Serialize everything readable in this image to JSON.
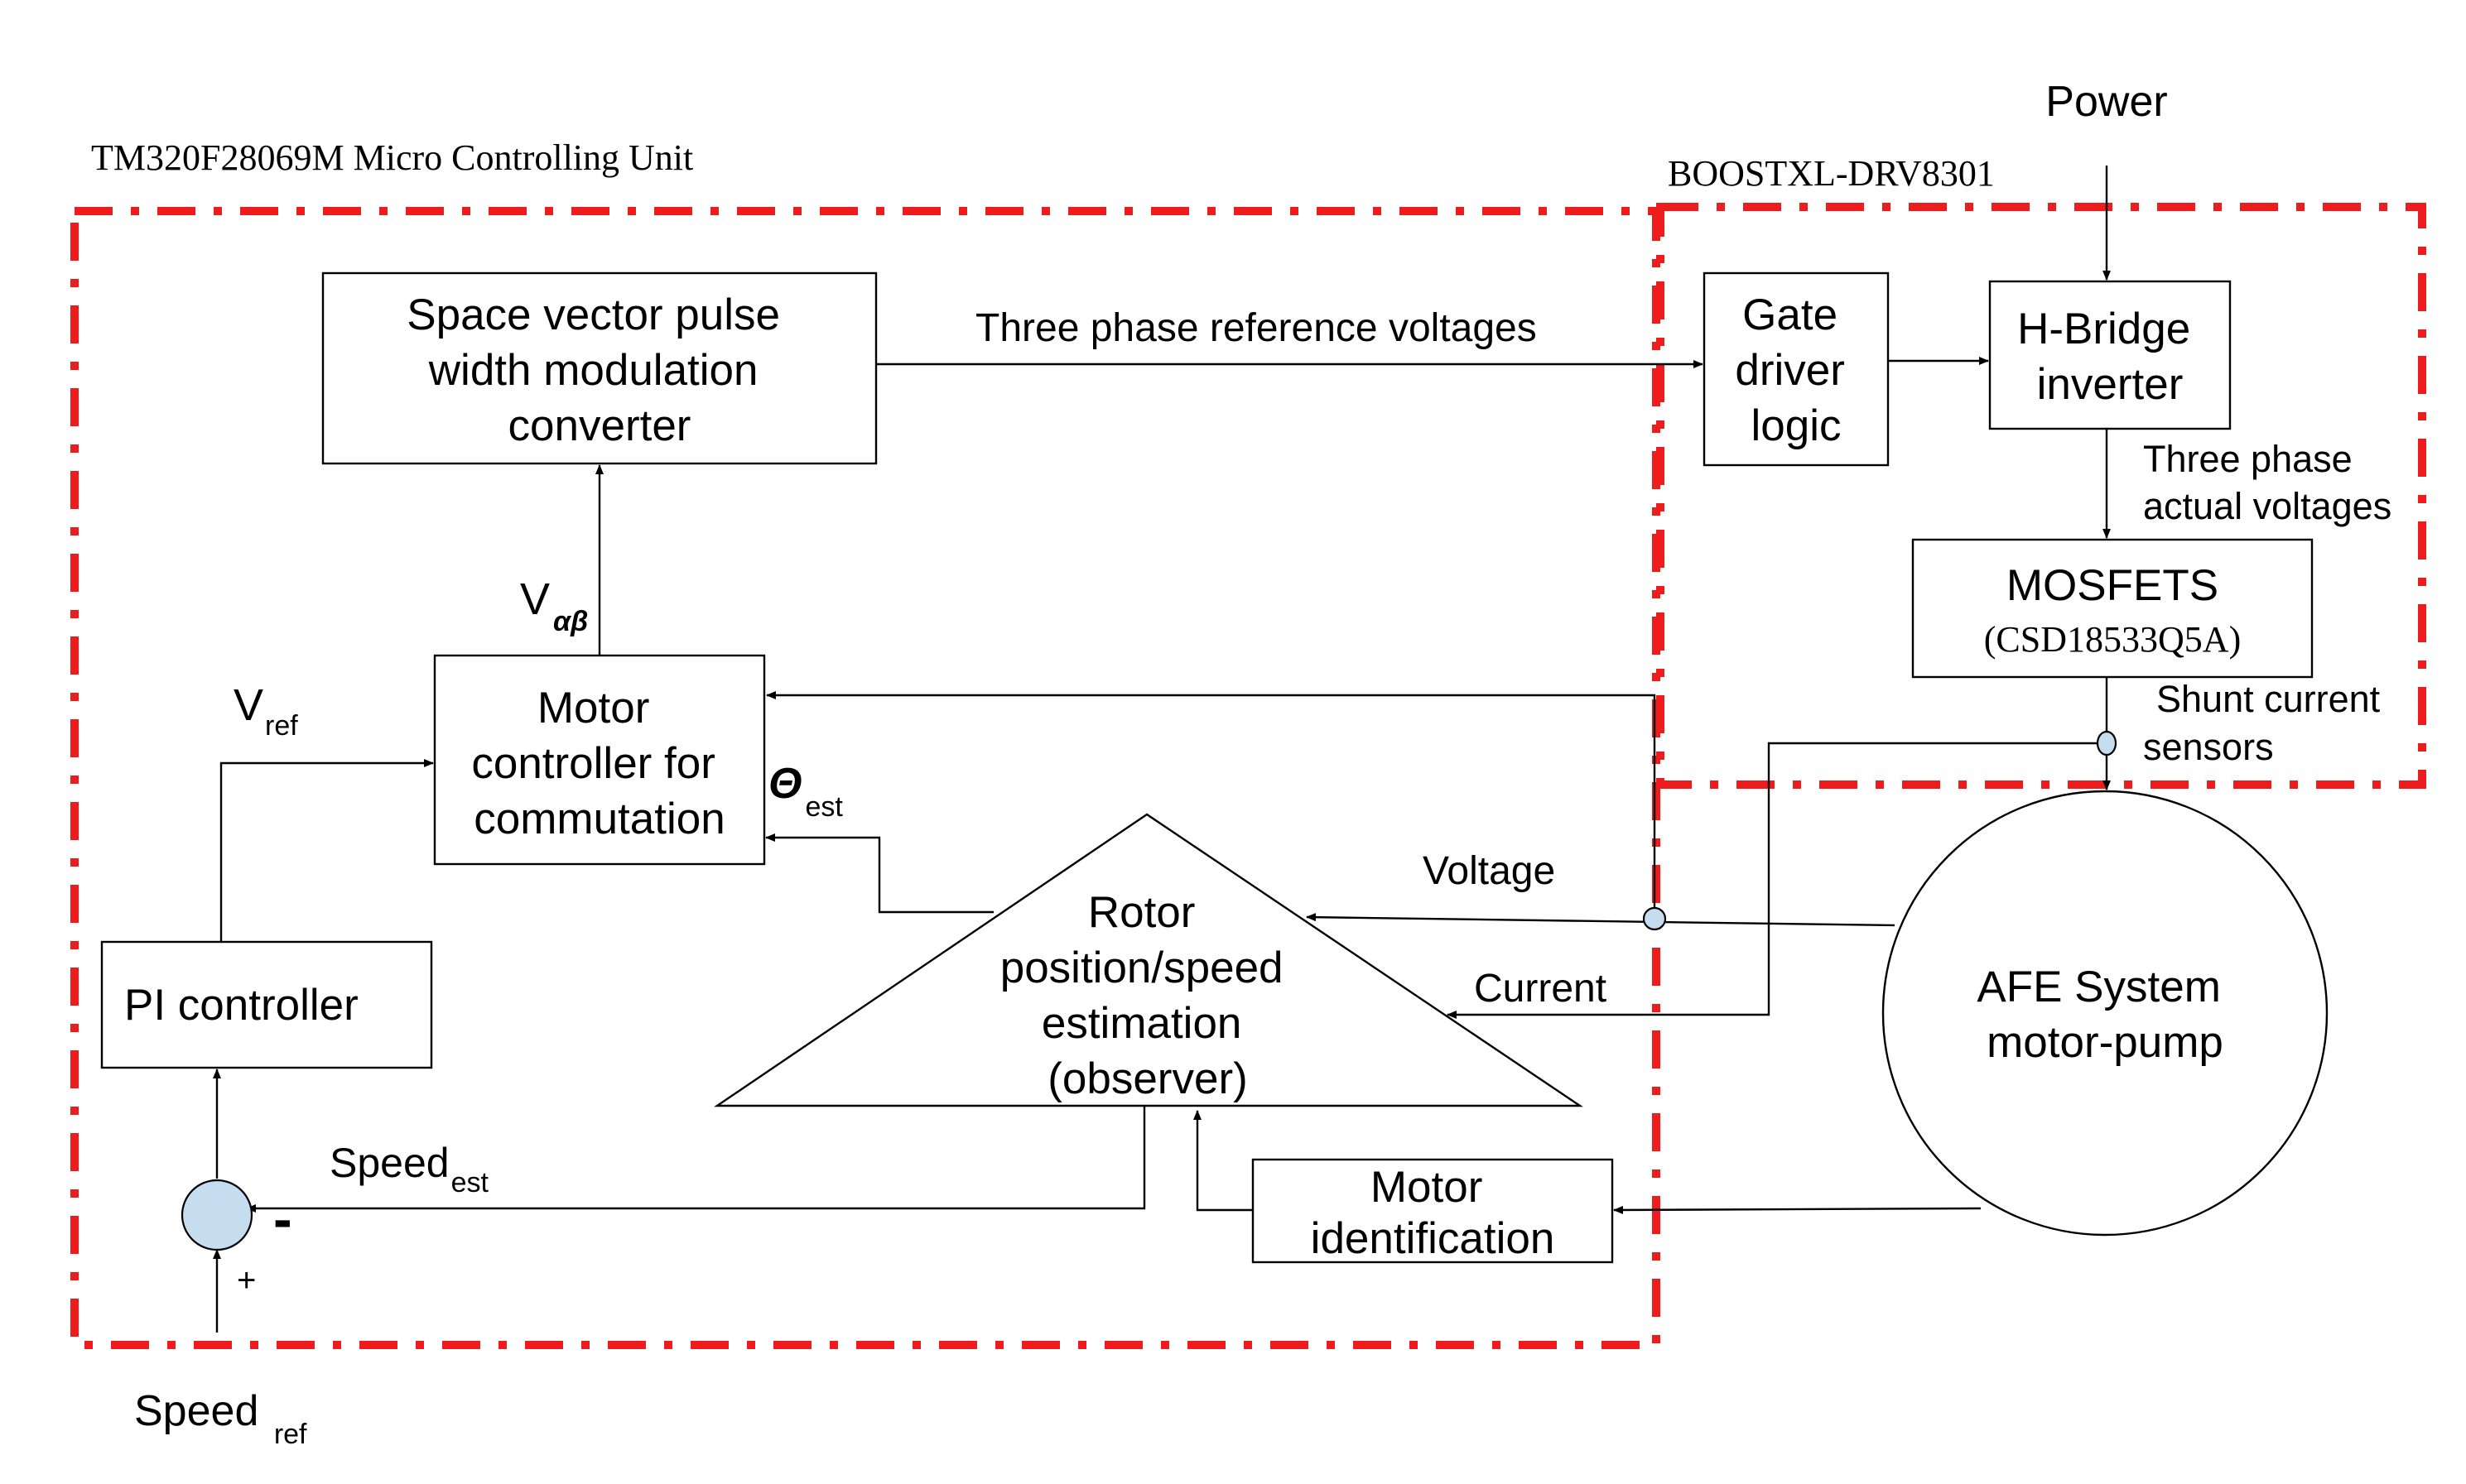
{
  "regions": {
    "mcu": "TM320F28069M Micro Controlling Unit",
    "boost": "BOOSTXL-DRV8301"
  },
  "inputs": {
    "power": "Power"
  },
  "blocks": {
    "svpwm": [
      "Space vector pulse",
      "width modulation",
      "converter"
    ],
    "gate": [
      "Gate",
      "driver",
      "logic"
    ],
    "hbridge": [
      "H-Bridge",
      "inverter"
    ],
    "mosfets": {
      "name": "MOSFETS",
      "part": "(CSD18533Q5A)"
    },
    "motor_ctrl": [
      "Motor",
      "controller for",
      "commutation"
    ],
    "pi": "PI controller",
    "observer": [
      "Rotor",
      "position/speed",
      "estimation",
      "(observer)"
    ],
    "motor_id": [
      "Motor",
      "identification"
    ],
    "afe": [
      "AFE System",
      "motor-pump"
    ]
  },
  "signals": {
    "three_phase_ref": "Three phase reference  voltages",
    "three_phase_actual": [
      "Three phase",
      "actual voltages"
    ],
    "shunt": [
      "Shunt current",
      "sensors"
    ],
    "v_ab": {
      "main": "V",
      "sub": "αβ"
    },
    "v_ref": {
      "main": "V",
      "sub": "ref"
    },
    "theta_est": {
      "main": "Θ",
      "sub": "est"
    },
    "voltage": "Voltage",
    "current": "Current",
    "speed_est": {
      "main": "Speed",
      "sub": "est"
    },
    "speed_ref": {
      "main": "Speed ",
      "sub": "ref"
    },
    "minus": "-",
    "plus": "+"
  },
  "colors": {
    "region": "#ee1c1c",
    "node": "#c6dcef",
    "line": "#000000"
  }
}
